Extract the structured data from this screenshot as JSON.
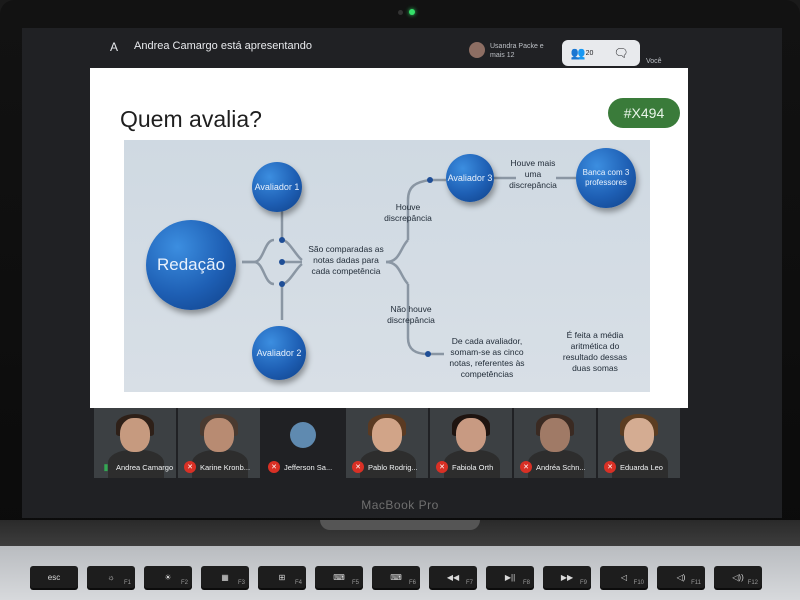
{
  "topbar": {
    "presenter_icon": "A",
    "presenting_text": "Andrea Camargo está apresentando",
    "others_text": "Usandra Packe e mais 12",
    "people_count": "20",
    "people_icon": "people-icon",
    "chat_icon": "chat-icon",
    "you_label": "Você"
  },
  "slide": {
    "title": "Quem avalia?",
    "tag": "#X494",
    "nodes": {
      "redacao": "Redação",
      "avaliador1": "Avaliador 1",
      "avaliador2": "Avaliador 2",
      "avaliador3": "Avaliador 3",
      "banca": "Banca com 3 professores"
    },
    "texts": {
      "comparadas": "São comparadas as notas dadas para cada competência",
      "houve": "Houve discrepância",
      "nao_houve": "Não houve discrepância",
      "mais_uma": "Houve mais uma discrepância",
      "cada_avaliador": "De cada avaliador, somam-se as cinco notas, referentes às competências",
      "media": "É feita a média aritmética do resultado dessas duas somas"
    },
    "colors": {
      "node": "#1e5fb4",
      "tag": "#3a7b3a",
      "line": "#8a96a3"
    }
  },
  "participants": [
    {
      "name": "Andrea Camargo",
      "muted": false
    },
    {
      "name": "Karine Kronb...",
      "muted": true
    },
    {
      "name": "Jefferson Sa...",
      "muted": true
    },
    {
      "name": "Pablo Rodrig...",
      "muted": true
    },
    {
      "name": "Fabiola Orth",
      "muted": true
    },
    {
      "name": "Andréa Schn...",
      "muted": true
    },
    {
      "name": "Eduarda Leo",
      "muted": true
    }
  ],
  "laptop": {
    "brand": "MacBook Pro"
  },
  "keyboard": [
    {
      "label": "esc",
      "fn": ""
    },
    {
      "label": "☼",
      "fn": "F1"
    },
    {
      "label": "☀",
      "fn": "F2"
    },
    {
      "label": "▦",
      "fn": "F3"
    },
    {
      "label": "⊞",
      "fn": "F4"
    },
    {
      "label": "⌨",
      "fn": "F5"
    },
    {
      "label": "⌨",
      "fn": "F6"
    },
    {
      "label": "◀◀",
      "fn": "F7"
    },
    {
      "label": "▶||",
      "fn": "F8"
    },
    {
      "label": "▶▶",
      "fn": "F9"
    },
    {
      "label": "◁",
      "fn": "F10"
    },
    {
      "label": "◁)",
      "fn": "F11"
    },
    {
      "label": "◁))",
      "fn": "F12"
    }
  ]
}
